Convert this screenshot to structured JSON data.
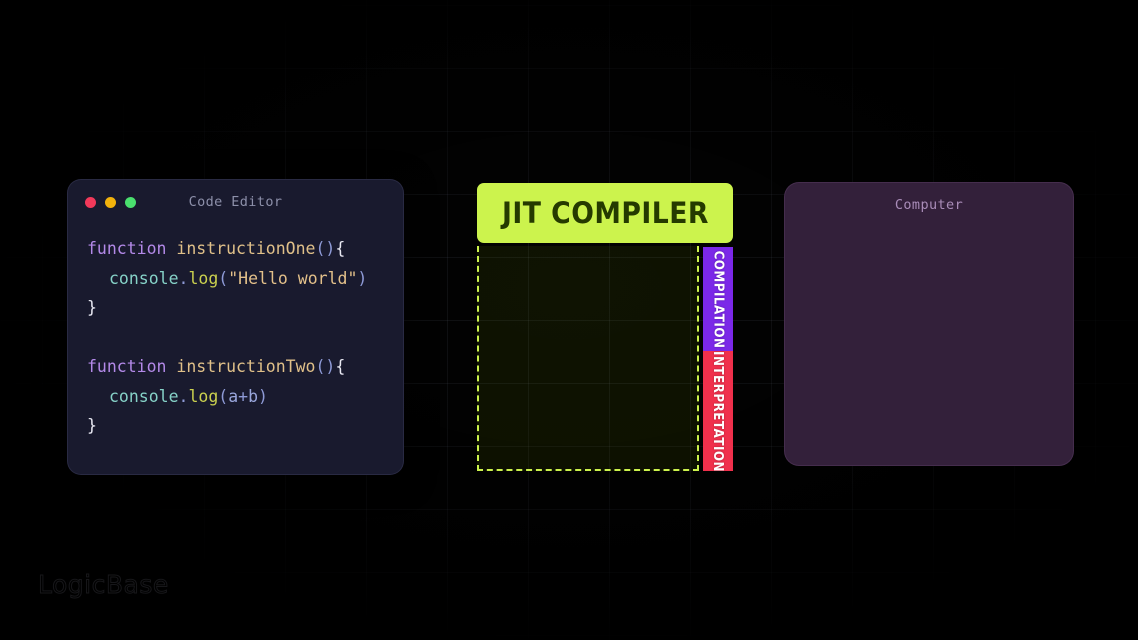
{
  "background": {
    "color": "#000000",
    "grid_line_color": "#96a0be",
    "grid_cell_w": 81,
    "grid_cell_h": 63
  },
  "code_editor": {
    "title": "Code Editor",
    "window_dots": [
      "red",
      "amber",
      "green"
    ],
    "background": "#191a2e",
    "lines": [
      {
        "tokens": [
          {
            "t": "function ",
            "c": "kw"
          },
          {
            "t": "instructionOne",
            "c": "fname"
          },
          {
            "t": "()",
            "c": "punct"
          },
          {
            "t": "{",
            "c": "brace"
          }
        ]
      },
      {
        "indent": true,
        "tokens": [
          {
            "t": "console",
            "c": "obj"
          },
          {
            "t": ".",
            "c": "punct"
          },
          {
            "t": "log",
            "c": "meth"
          },
          {
            "t": "(",
            "c": "punct"
          },
          {
            "t": "\"Hello world\"",
            "c": "str"
          },
          {
            "t": ")",
            "c": "punct"
          }
        ]
      },
      {
        "tokens": [
          {
            "t": "}",
            "c": "brace"
          }
        ]
      },
      {
        "tokens": []
      },
      {
        "tokens": [
          {
            "t": "function ",
            "c": "kw"
          },
          {
            "t": "instructionTwo",
            "c": "fname"
          },
          {
            "t": "()",
            "c": "punct"
          },
          {
            "t": "{",
            "c": "brace"
          }
        ]
      },
      {
        "indent": true,
        "tokens": [
          {
            "t": "console",
            "c": "obj"
          },
          {
            "t": ".",
            "c": "punct"
          },
          {
            "t": "log",
            "c": "meth"
          },
          {
            "t": "(",
            "c": "punct"
          },
          {
            "t": "a",
            "c": "ident"
          },
          {
            "t": "+",
            "c": "op"
          },
          {
            "t": "b",
            "c": "ident"
          },
          {
            "t": ")",
            "c": "punct"
          }
        ]
      },
      {
        "tokens": [
          {
            "t": "}",
            "c": "brace"
          }
        ]
      }
    ]
  },
  "jit_compiler": {
    "header_label": "JIT COMPILER",
    "header_bg": "#ccf34d",
    "header_text_color": "#253a00",
    "body_border_color": "#ccf34d",
    "body_border_style": "dashed",
    "bars": [
      {
        "label": "COMPILATION",
        "color": "#7b28e8",
        "text_color": "#ffffff"
      },
      {
        "label": "INTERPRETATION",
        "color": "#f0304c",
        "text_color": "#ffffff"
      }
    ]
  },
  "computer": {
    "title": "Computer",
    "background": "#33203a",
    "title_color": "#a98cb8"
  },
  "watermark": {
    "text": "LogicBase",
    "color": "#17171a"
  }
}
